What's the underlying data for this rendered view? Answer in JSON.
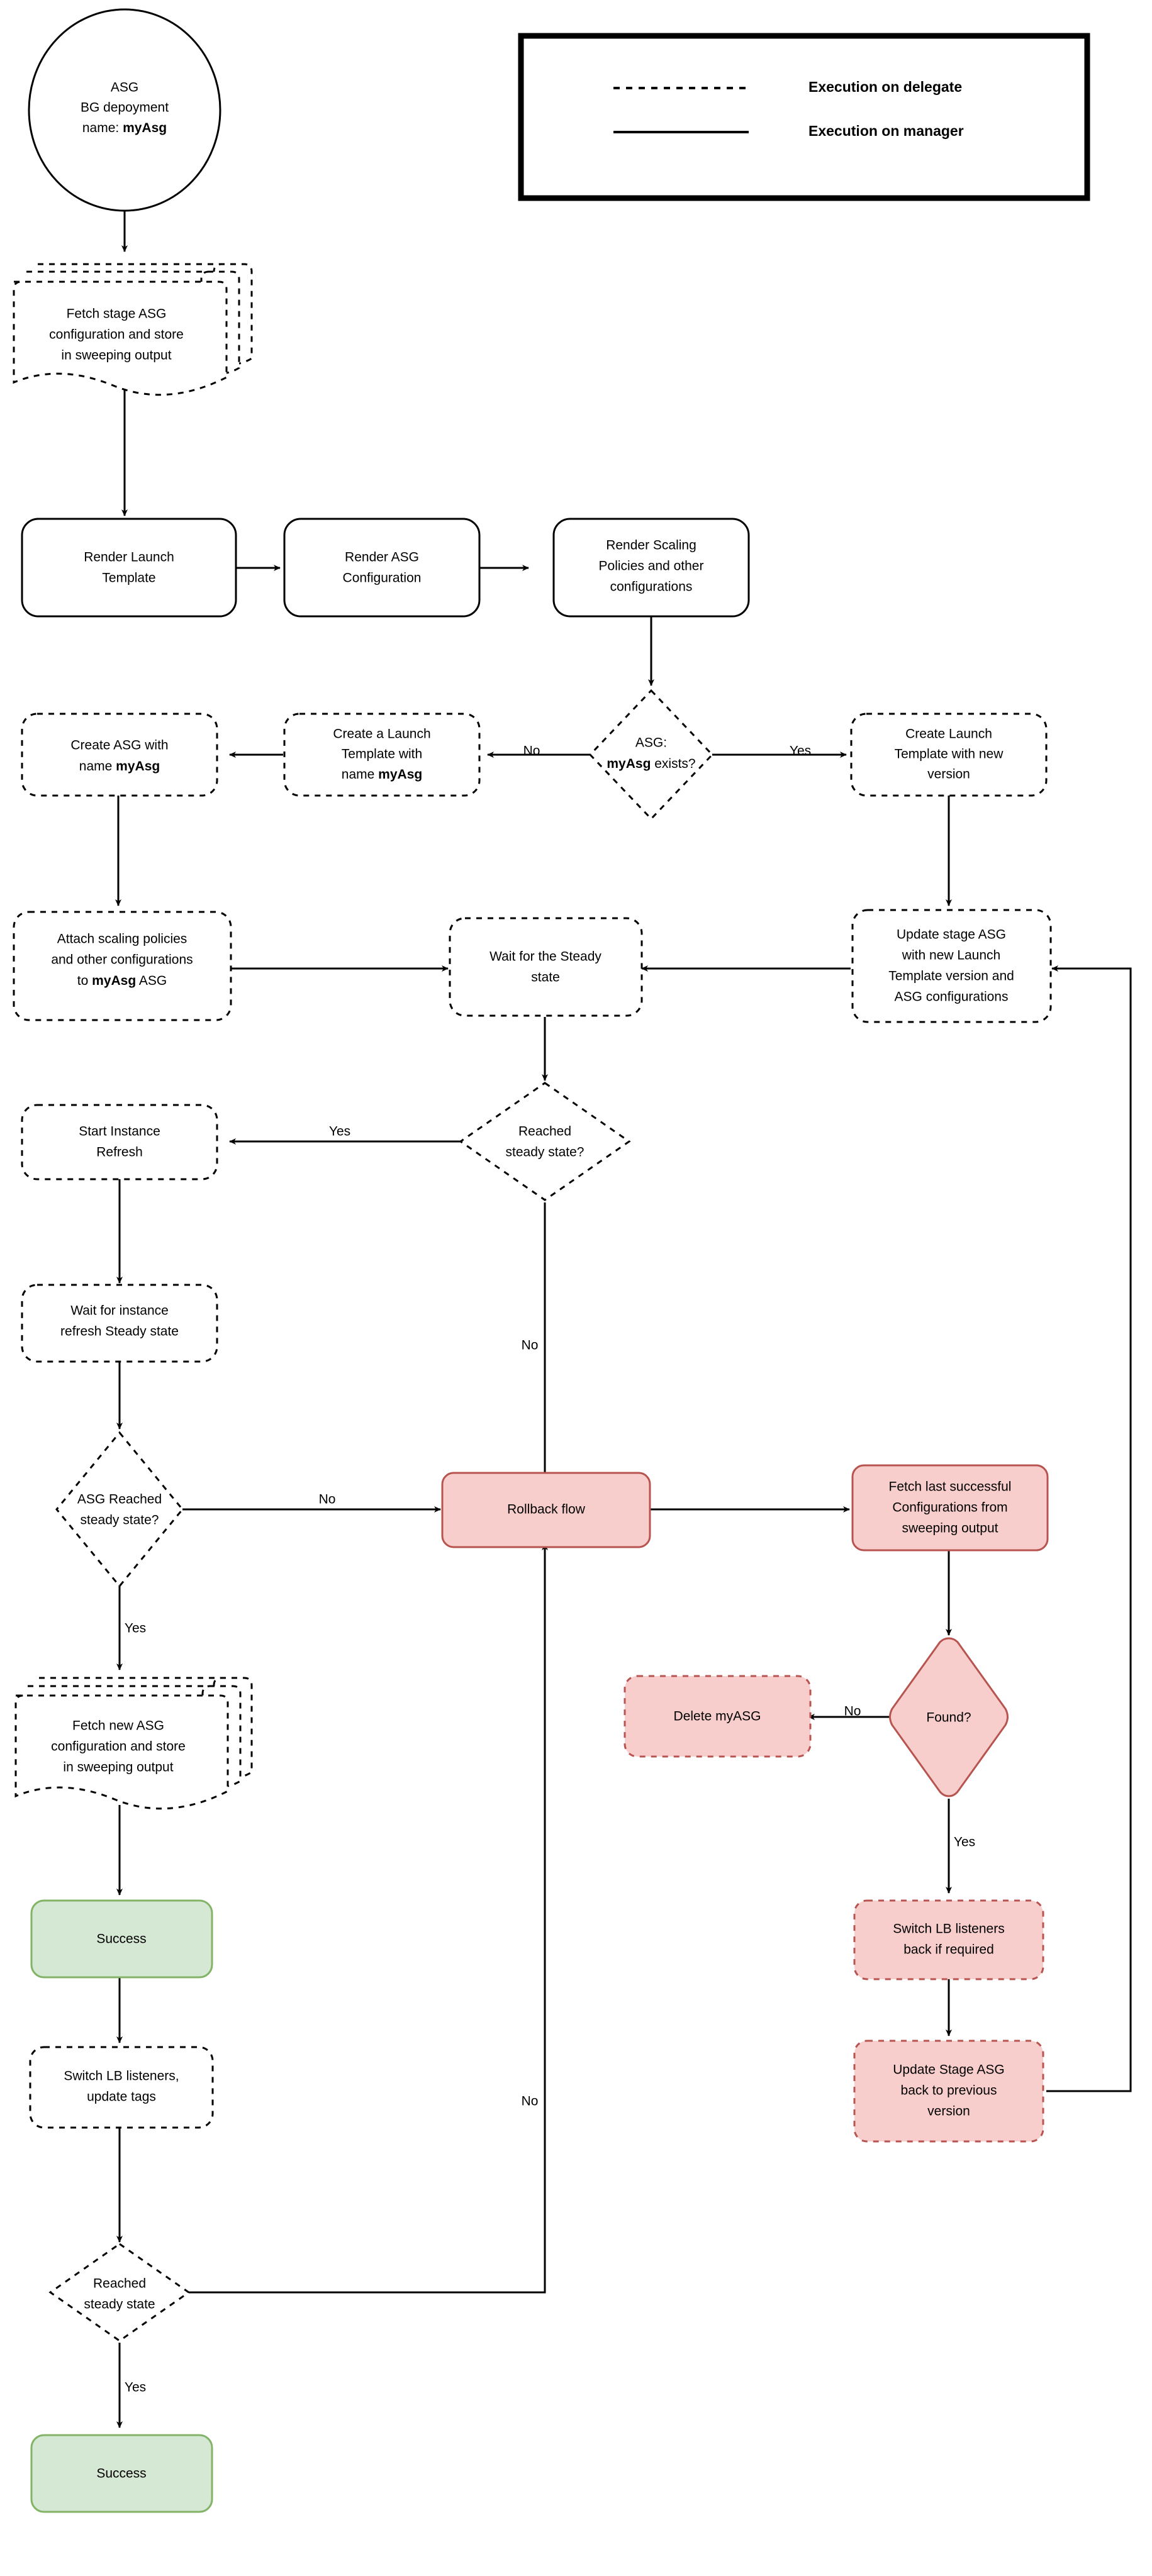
{
  "legend": {
    "delegate_label": "Execution on delegate",
    "manager_label": "Execution on manager"
  },
  "nodes": {
    "start": {
      "line1": "ASG",
      "line2": "BG depoyment",
      "line3_pre": "name: ",
      "line3_bold": "myAsg"
    },
    "fetch_stage_asg": {
      "line1": "Fetch stage ASG",
      "line2": "configuration and store",
      "line3": "in sweeping output"
    },
    "render_launch_template": {
      "line1": "Render Launch",
      "line2": "Template"
    },
    "render_asg_config": {
      "line1": "Render ASG",
      "line2": "Configuration"
    },
    "render_scaling_policies": {
      "line1": "Render Scaling",
      "line2": "Policies and other",
      "line3": "configurations"
    },
    "asg_exists": {
      "line1": "ASG:",
      "line2_bold": "myAsg",
      "line2_rest": " exists?"
    },
    "create_asg": {
      "line1": "Create ASG with",
      "line2_pre": "name ",
      "line2_bold": "myAsg"
    },
    "create_launch_template_name": {
      "line1": "Create a Launch",
      "line2": "Template with",
      "line3_pre": "name ",
      "line3_bold": "myAsg"
    },
    "create_launch_template_new": {
      "line1": "Create Launch",
      "line2": "Template with new",
      "line3": "version"
    },
    "attach_scaling": {
      "line1": "Attach scaling policies",
      "line2": "and other configurations",
      "line3_pre": "to ",
      "line3_bold": "myAsg",
      "line3_post": " ASG"
    },
    "wait_steady": {
      "line1": "Wait for the Steady",
      "line2": "state"
    },
    "update_stage_asg": {
      "line1": "Update stage ASG",
      "line2": "with new Launch",
      "line3": "Template version and",
      "line4": "ASG configurations"
    },
    "reached_steady_q": {
      "line1": "Reached",
      "line2": "steady state?"
    },
    "start_instance_refresh": {
      "line1": "Start Instance",
      "line2": "Refresh"
    },
    "wait_instance_refresh": {
      "line1": "Wait for instance",
      "line2": "refresh Steady state"
    },
    "asg_reached_steady_q": {
      "line1": "ASG Reached",
      "line2": "steady state?"
    },
    "rollback_flow": {
      "line1": "Rollback flow"
    },
    "fetch_last_successful": {
      "line1": "Fetch last successful",
      "line2": "Configurations from",
      "line3": "sweeping output"
    },
    "fetch_new_asg": {
      "line1": "Fetch new ASG",
      "line2": "configuration and store",
      "line3": "in sweeping output"
    },
    "delete_myasg": {
      "line1": "Delete myASG"
    },
    "found_q": {
      "line1": "Found?"
    },
    "success_top": {
      "line1": "Success"
    },
    "switch_lb_back": {
      "line1": "Switch LB listeners",
      "line2": "back if required"
    },
    "switch_lb_tags": {
      "line1": "Switch LB listeners,",
      "line2": "update tags"
    },
    "update_stage_back": {
      "line1": "Update Stage ASG",
      "line2": "back to previous",
      "line3": "version"
    },
    "reached_steady_bottom": {
      "line1": "Reached",
      "line2": "steady state"
    },
    "success_bottom": {
      "line1": "Success"
    }
  },
  "edge_labels": {
    "asg_exists_no": "No",
    "asg_exists_yes": "Yes",
    "reached_steady_yes": "Yes",
    "reached_steady_no": "No",
    "asg_reached_no": "No",
    "asg_reached_yes": "Yes",
    "found_no": "No",
    "found_yes": "Yes",
    "bottom_no": "No",
    "bottom_yes": "Yes"
  },
  "colors": {
    "red_fill": "#f8cecc",
    "red_stroke": "#b85450",
    "green_fill": "#d5e8d4",
    "green_stroke": "#82b366",
    "line": "#000000",
    "background": "#ffffff"
  }
}
